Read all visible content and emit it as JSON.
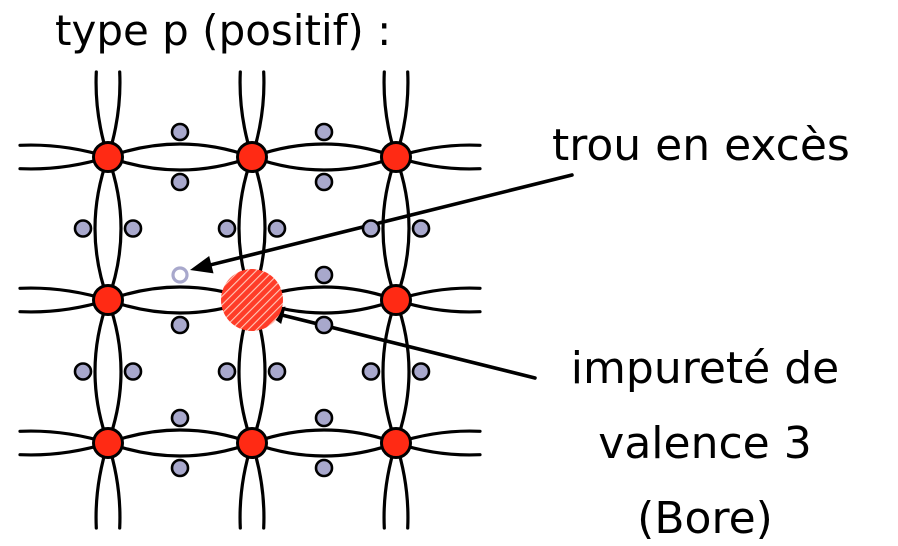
{
  "title": "type p (positif) :",
  "labels": {
    "hole": "trou en excès",
    "impurity": [
      "impureté de",
      "valence 3",
      "(Bore)"
    ]
  },
  "lattice": {
    "rows": 3,
    "cols": 3,
    "missing_electron": {
      "row": 1,
      "col": 0,
      "side": "right",
      "position": "top"
    },
    "impurity_site": {
      "row": 1,
      "col": 1
    }
  },
  "colors": {
    "atom": "#ff2a14",
    "electron": "#a8a8cc",
    "hole": "#a8a8cc",
    "bond": "#000000",
    "impurity": "#ff3c28",
    "impurity_hatch": "#ffc8b8"
  }
}
